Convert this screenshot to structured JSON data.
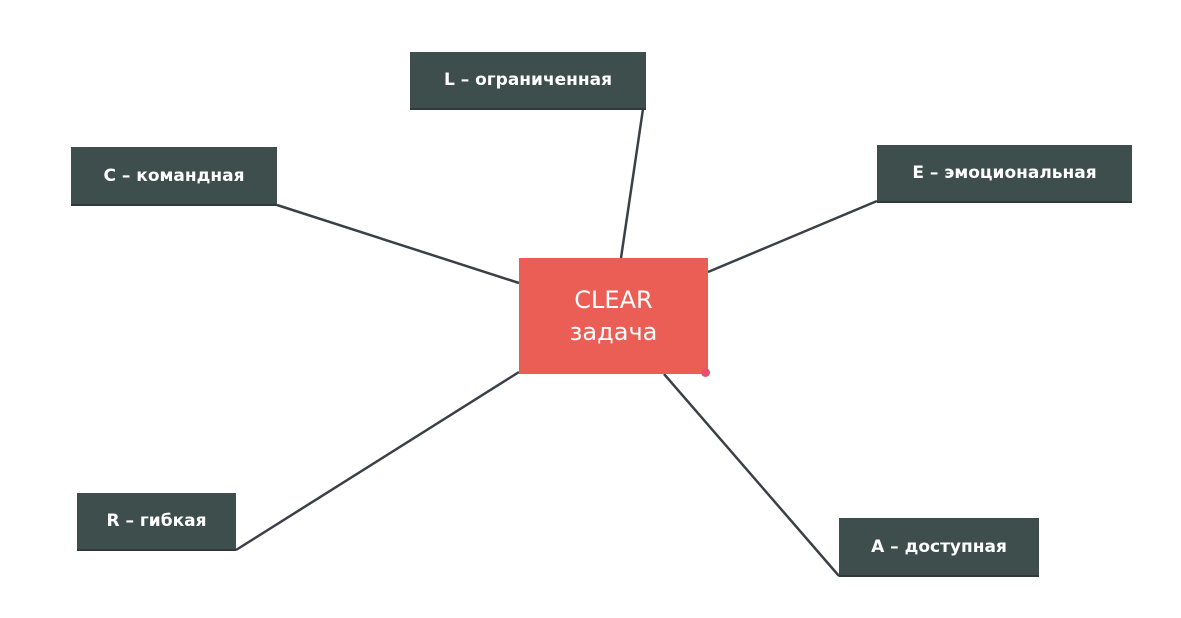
{
  "center": {
    "line1": "CLEAR",
    "line2": "задача"
  },
  "nodes": {
    "l": "L – ограниченная",
    "c": "C – командная",
    "e": "E – эмоциональная",
    "r": "R – гибкая",
    "a": "A – доступная"
  }
}
